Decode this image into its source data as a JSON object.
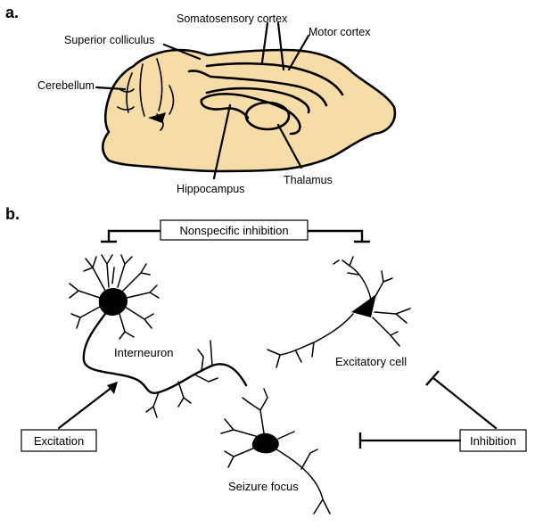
{
  "panel_a": {
    "label": "a.",
    "regions": {
      "somatosensory": "Somatosensory cortex",
      "superior_colliculus": "Superior colliculus",
      "motor": "Motor cortex",
      "cerebellum": "Cerebellum",
      "hippocampus": "Hippocampus",
      "thalamus": "Thalamus"
    },
    "brain_fill_color": "#f6dca7"
  },
  "panel_b": {
    "label": "b.",
    "boxes": {
      "nonspecific_inhibition": "Nonspecific inhibition",
      "excitation": "Excitation",
      "inhibition": "Inhibition"
    },
    "cells": {
      "interneuron": "Interneuron",
      "excitatory_cell": "Excitatory cell",
      "seizure_focus": "Seizure focus"
    }
  }
}
